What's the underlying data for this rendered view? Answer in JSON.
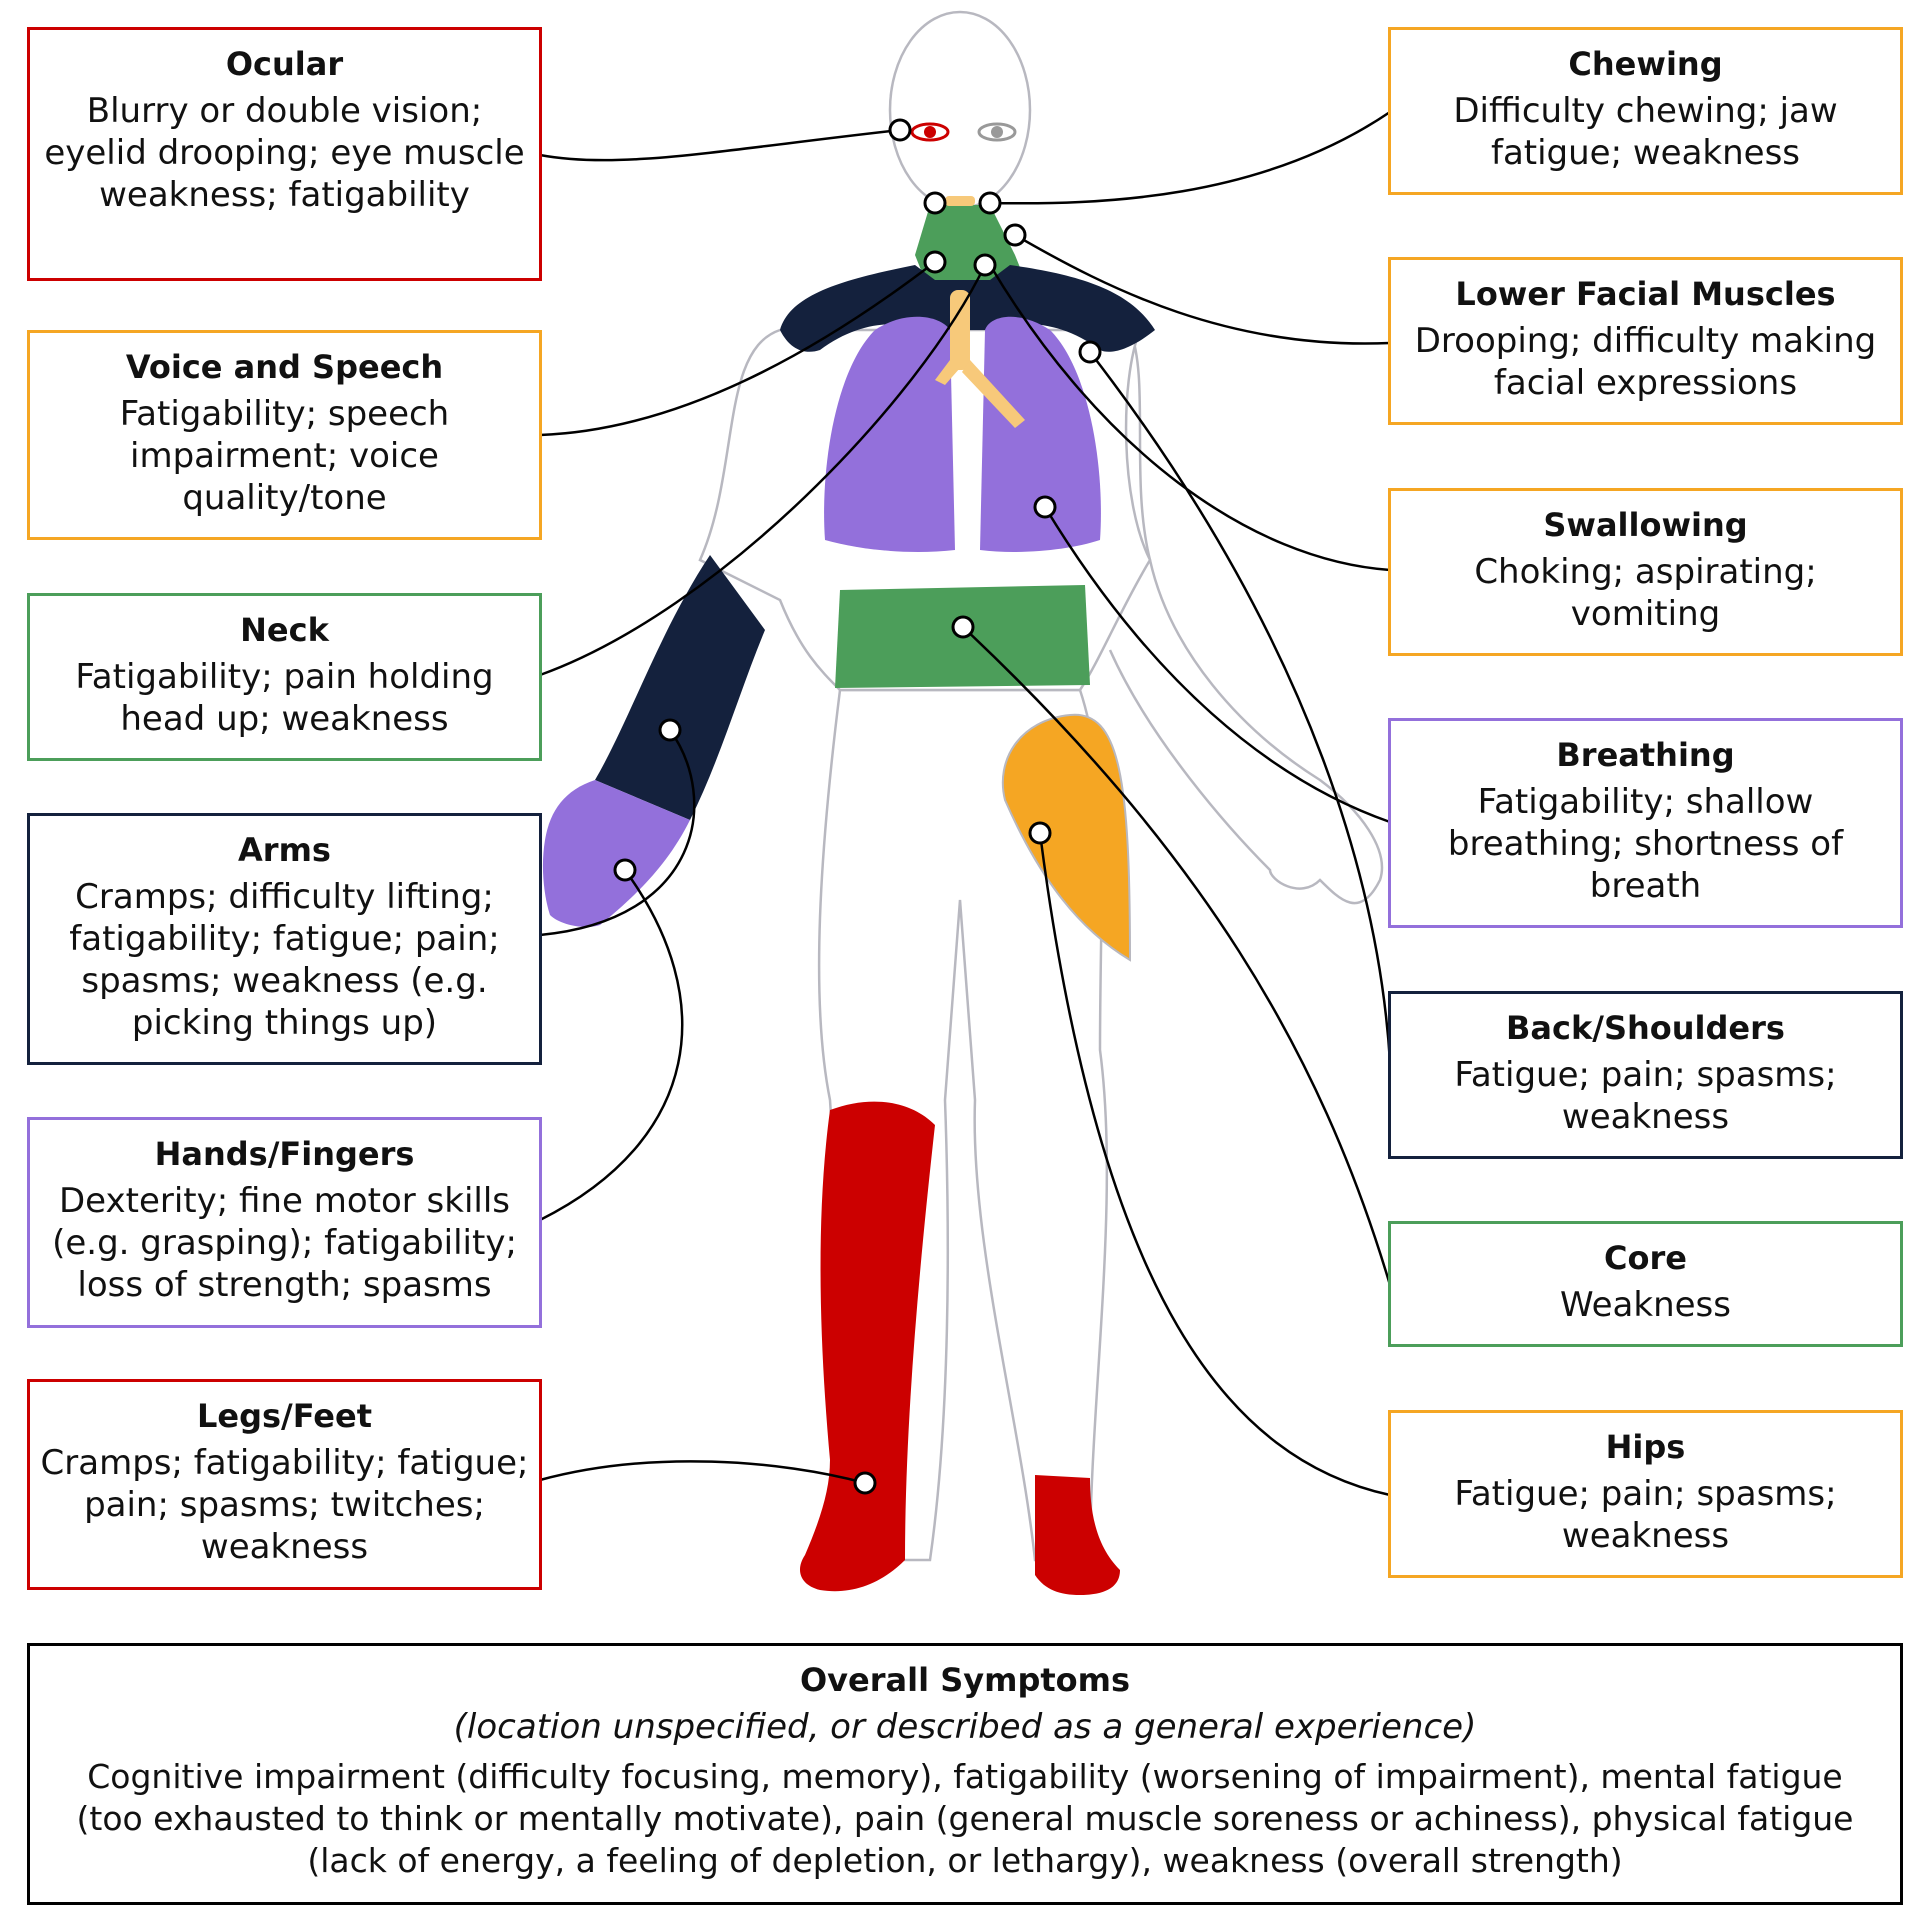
{
  "colors": {
    "red": "#CC0000",
    "orange": "#F5A623",
    "green": "#4C9E5A",
    "purple": "#9370DB",
    "navy": "#14213D",
    "black": "#000000",
    "outline": "#B8B8C0"
  },
  "boxes": [
    {
      "id": "ocular",
      "title": "Ocular",
      "body": "Blurry or double vision; eyelid drooping; eye muscle weakness; fatigability",
      "color": "#CC0000"
    },
    {
      "id": "voice",
      "title": "Voice and Speech",
      "body": "Fatigability; speech impairment; voice quality/tone",
      "color": "#F5A623"
    },
    {
      "id": "neck",
      "title": "Neck",
      "body": "Fatigability; pain holding head up; weakness",
      "color": "#4C9E5A"
    },
    {
      "id": "arms",
      "title": "Arms",
      "body": "Cramps; difficulty lifting; fatigability; fatigue; pain; spasms; weakness (e.g. picking things up)",
      "color": "#14213D"
    },
    {
      "id": "hands",
      "title": "Hands/Fingers",
      "body": "Dexterity; fine motor skills (e.g. grasping); fatigability; loss of strength; spasms",
      "color": "#9370DB"
    },
    {
      "id": "legs",
      "title": "Legs/Feet",
      "body": "Cramps; fatigability; fatigue; pain; spasms; twitches; weakness",
      "color": "#CC0000"
    },
    {
      "id": "chewing",
      "title": "Chewing",
      "body": "Difficulty chewing; jaw fatigue; weakness",
      "color": "#F5A623"
    },
    {
      "id": "lower-facial",
      "title": "Lower Facial Muscles",
      "body": "Drooping; difficulty making facial expressions",
      "color": "#F5A623"
    },
    {
      "id": "swallowing",
      "title": "Swallowing",
      "body": "Choking; aspirating; vomiting",
      "color": "#F5A623"
    },
    {
      "id": "breathing",
      "title": "Breathing",
      "body": "Fatigability; shallow breathing; shortness of breath",
      "color": "#9370DB"
    },
    {
      "id": "back",
      "title": "Back/Shoulders",
      "body": "Fatigue; pain; spasms; weakness",
      "color": "#14213D"
    },
    {
      "id": "core",
      "title": "Core",
      "body": "Weakness",
      "color": "#4C9E5A"
    },
    {
      "id": "hips",
      "title": "Hips",
      "body": "Fatigue; pain; spasms; weakness",
      "color": "#F5A623"
    }
  ],
  "overall": {
    "title": "Overall Symptoms",
    "subtitle": "(location unspecified, or described as a general experience)",
    "body": "Cognitive impairment (difficulty focusing, memory), fatigability (worsening of impairment), mental fatigue (too exhausted to think or mentally motivate), pain (general muscle soreness or achiness), physical fatigue (lack of energy, a feeling of depletion, or lethargy), weakness (overall strength)"
  }
}
